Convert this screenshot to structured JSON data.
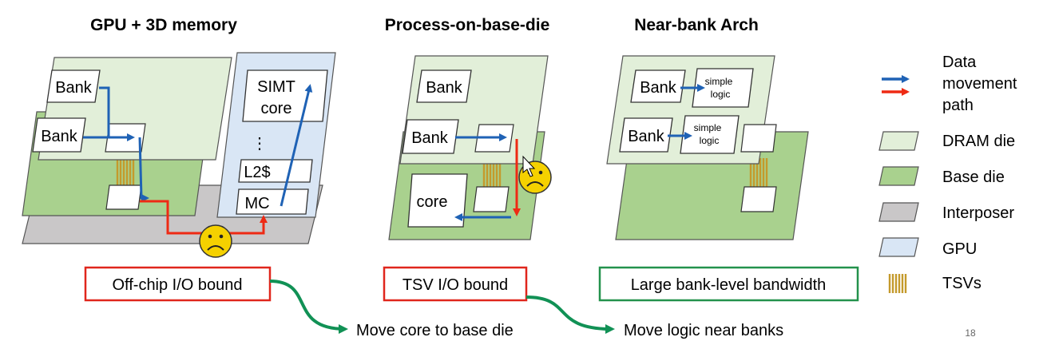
{
  "titles": {
    "gpu": "GPU + 3D memory",
    "process": "Process-on-base-die",
    "nearbank": "Near-bank Arch"
  },
  "panel_gpu": {
    "bank1": "Bank",
    "bank2": "Bank",
    "simt_line1": "SIMT",
    "simt_line2": "core",
    "dots": "⋮",
    "l2": "L2$",
    "mc": "MC"
  },
  "panel_process": {
    "bank1": "Bank",
    "bank2": "Bank",
    "core": "core"
  },
  "panel_nearbank": {
    "bank1": "Bank",
    "bank2": "Bank",
    "logic1_line1": "simple",
    "logic1_line2": "logic",
    "logic2_line1": "simple",
    "logic2_line2": "logic"
  },
  "bottom": {
    "box1": "Off-chip I/O bound",
    "box2": "TSV I/O bound",
    "box3": "Large bank-level bandwidth",
    "move1": "Move core to base die",
    "move2": "Move logic near banks"
  },
  "legend": {
    "data_line1": "Data",
    "data_line2": "movement",
    "data_line3": "path",
    "dram": "DRAM die",
    "base": "Base die",
    "interposer": "Interposer",
    "gpu": "GPU",
    "tsv": "TSVs"
  },
  "page_number": "18",
  "colors": {
    "dram": "#e2efd9",
    "base": "#a9d18e",
    "interposer": "#c9c7c8",
    "gpu": "#d9e6f5",
    "blue_arrow": "#1f62b5",
    "red_arrow": "#ee2a14",
    "green_arrow": "#119155",
    "red_box": "#e0261c",
    "green_box": "#23924c",
    "tsv": "#c49a2c",
    "face": "#f5d100"
  }
}
